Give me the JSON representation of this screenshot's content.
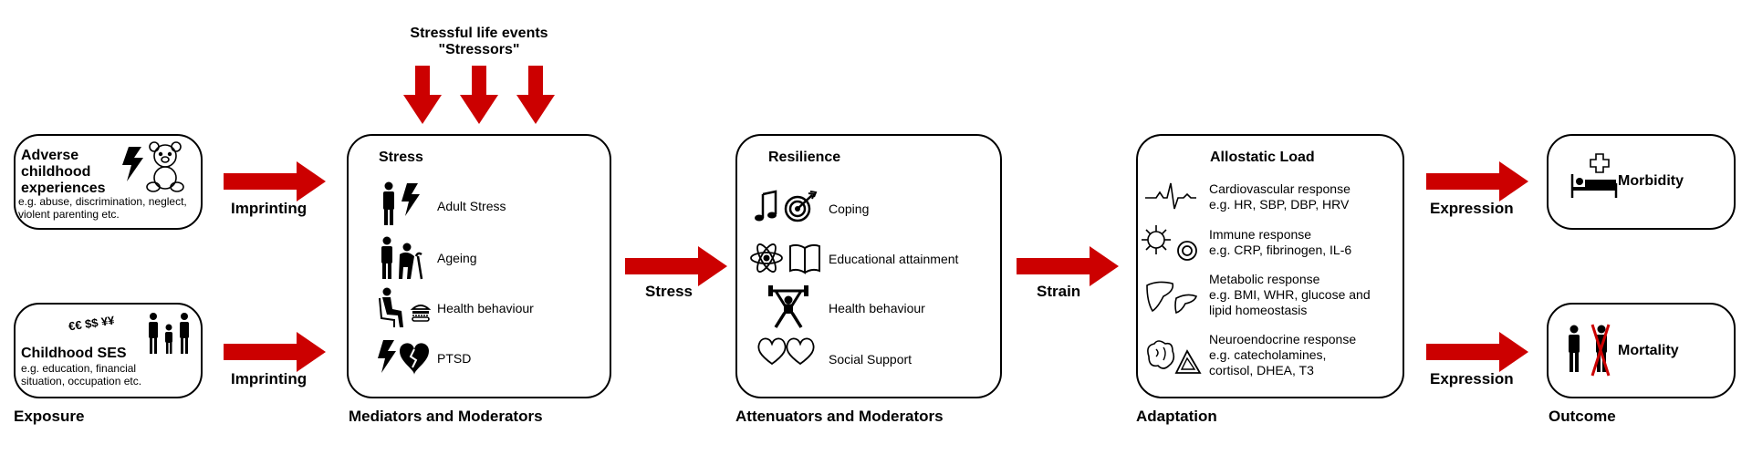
{
  "exposure": {
    "section_label": "Exposure",
    "adverse": {
      "title": "Adverse childhood experiences",
      "description": "e.g. abuse, discrimination, neglect, violent parenting etc."
    },
    "ses": {
      "title": "Childhood SES",
      "description": "e.g. education, financial situation, occupation etc.",
      "currency_symbols": "€€ $$ ¥¥"
    }
  },
  "arrows": {
    "imprinting_top": "Imprinting",
    "imprinting_bottom": "Imprinting",
    "stress": "Stress",
    "strain": "Strain",
    "expression_top": "Expression",
    "expression_bottom": "Expression"
  },
  "stressors": {
    "line1": "Stressful life events",
    "line2": "\"Stressors\""
  },
  "mediators": {
    "section_label": "Mediators and Moderators",
    "title": "Stress",
    "items": [
      "Adult Stress",
      "Ageing",
      "Health behaviour",
      "PTSD"
    ]
  },
  "attenuators": {
    "section_label": "Attenuators and Moderators",
    "title": "Resilience",
    "items": [
      "Coping",
      "Educational attainment",
      "Health behaviour",
      "Social Support"
    ]
  },
  "adaptation": {
    "section_label": "Adaptation",
    "title": "Allostatic Load",
    "items": [
      {
        "line1": "Cardiovascular response",
        "line2": "e.g. HR, SBP, DBP, HRV"
      },
      {
        "line1": "Immune response",
        "line2": "e.g. CRP, fibrinogen, IL-6"
      },
      {
        "line1": "Metabolic response",
        "line2": "e.g. BMI, WHR, glucose and",
        "line3": "lipid homeostasis"
      },
      {
        "line1": "Neuroendocrine response",
        "line2": "e.g. catecholamines,",
        "line3": "cortisol, DHEA, T3"
      }
    ]
  },
  "outcome": {
    "section_label": "Outcome",
    "morbidity": "Morbidity",
    "mortality": "Mortality"
  },
  "colors": {
    "arrow": "#cc0000",
    "border": "#000000",
    "text": "#000000"
  }
}
